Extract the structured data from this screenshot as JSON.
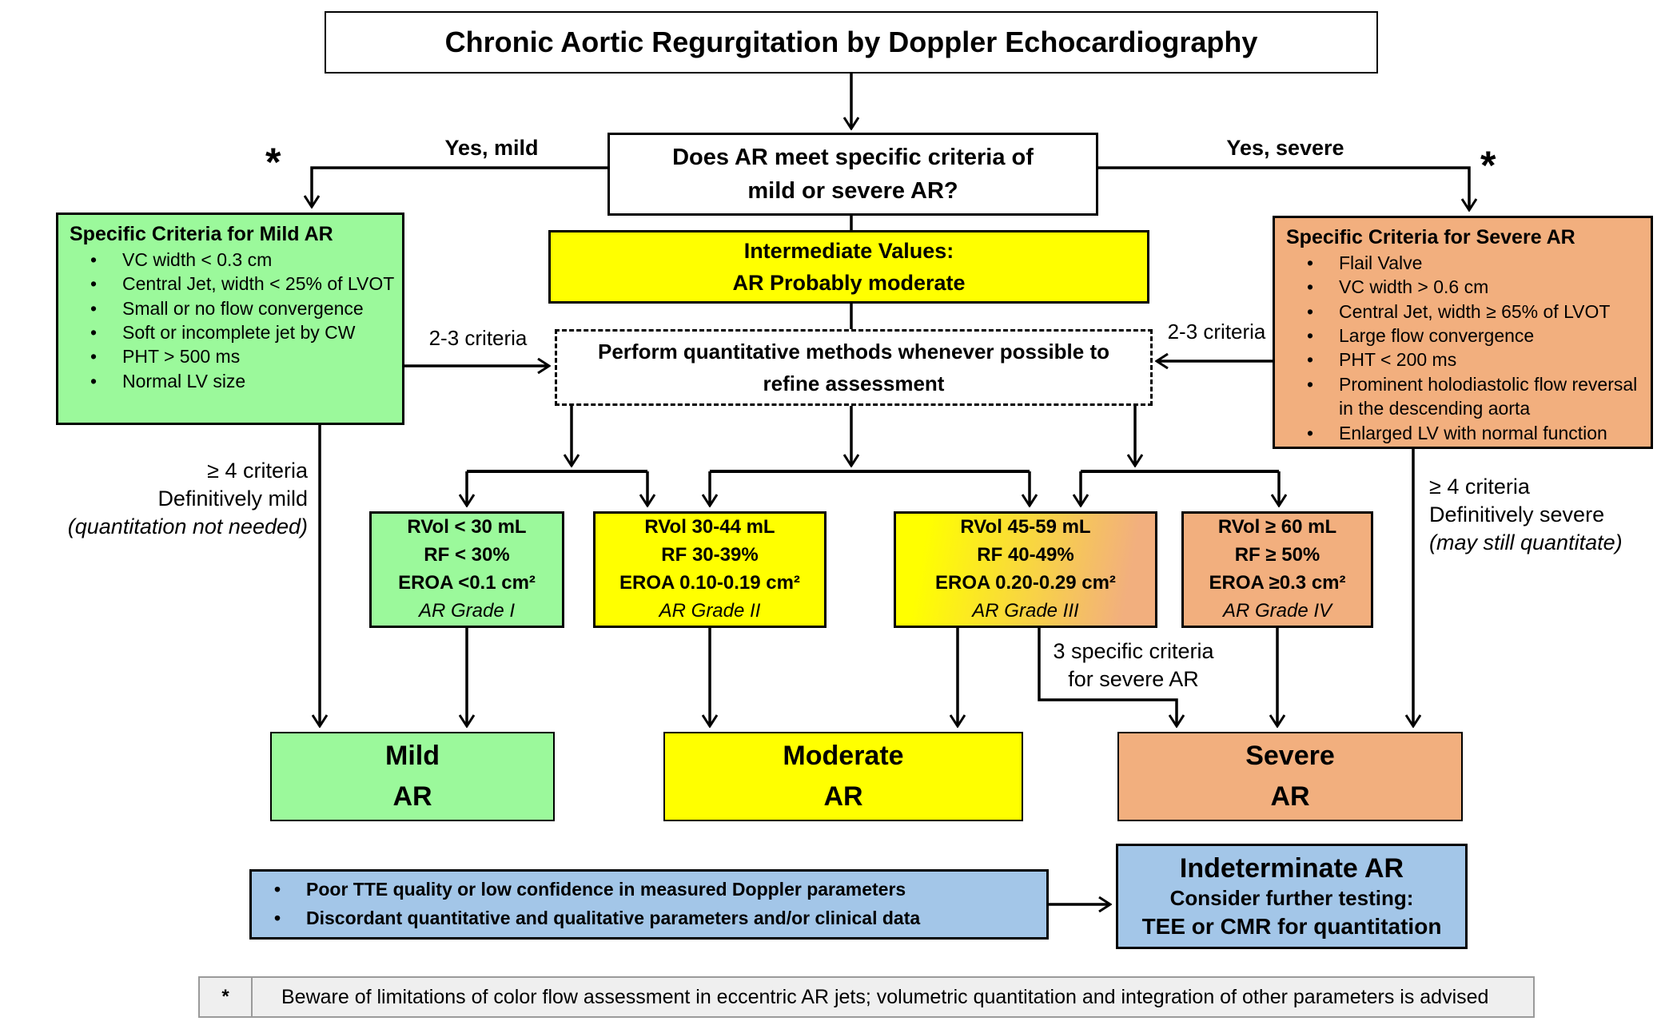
{
  "title": "Chronic Aortic Regurgitation by Doppler Echocardiography",
  "decision": {
    "line1": "Does AR meet specific criteria of",
    "line2": "mild or severe AR?"
  },
  "branch_labels": {
    "yes_mild": "Yes, mild",
    "yes_severe": "Yes, severe",
    "asterisk": "*"
  },
  "mild_criteria": {
    "title": "Specific Criteria for Mild AR",
    "items": [
      "VC width < 0.3 cm",
      "Central Jet,  width < 25% of LVOT",
      "Small or no flow convergence",
      "Soft or incomplete jet by CW",
      "PHT > 500 ms",
      "Normal LV size"
    ]
  },
  "severe_criteria": {
    "title": "Specific Criteria for Severe AR",
    "items": [
      "Flail Valve",
      "VC width  > 0.6 cm",
      "Central Jet,  width ≥ 65% of LVOT",
      "Large flow convergence",
      "PHT  < 200 ms",
      "Prominent holodiastolic flow reversal in the descending aorta",
      "Enlarged LV with normal function"
    ]
  },
  "intermediate": {
    "line1": "Intermediate Values:",
    "line2": "AR Probably moderate"
  },
  "quantitative": {
    "line1": "Perform quantitative methods whenever possible to",
    "line2": "refine assessment"
  },
  "criteria_counts": {
    "left": "2-3 criteria",
    "right": "2-3 criteria"
  },
  "mild_path_note": {
    "line1": "≥ 4 criteria",
    "line2": "Definitively mild",
    "line3": "(quantitation not needed)"
  },
  "severe_path_note": {
    "line1": "≥ 4 criteria",
    "line2": "Definitively severe",
    "line3": "(may still quantitate)"
  },
  "grades": [
    {
      "rvol": "RVol < 30 mL",
      "rf": "RF < 30%",
      "eroa": "EROA <0.1 cm²",
      "grade": "AR Grade I"
    },
    {
      "rvol": "RVol 30-44 mL",
      "rf": "RF 30-39%",
      "eroa": "EROA 0.10-0.19 cm²",
      "grade": "AR Grade II"
    },
    {
      "rvol": "RVol 45-59 mL",
      "rf": "RF 40-49%",
      "eroa": "EROA 0.20-0.29 cm²",
      "grade": "AR Grade III"
    },
    {
      "rvol": "RVol ≥ 60 mL",
      "rf": "RF ≥ 50%",
      "eroa": "EROA ≥0.3 cm²",
      "grade": "AR Grade IV"
    }
  ],
  "severe_criteria_note": {
    "line1": "3 specific criteria",
    "line2": "for severe AR"
  },
  "results": {
    "mild": {
      "line1": "Mild",
      "line2": "AR"
    },
    "moderate": {
      "line1": "Moderate",
      "line2": "AR"
    },
    "severe": {
      "line1": "Severe",
      "line2": "AR"
    }
  },
  "indeterminate_criteria": {
    "items": [
      "Poor TTE quality or low confidence in measured Doppler parameters",
      "Discordant quantitative and qualitative parameters and/or clinical data"
    ]
  },
  "indeterminate": {
    "title": "Indeterminate AR",
    "line2": "Consider further testing:",
    "line3": "TEE or CMR for quantitation"
  },
  "footnote": {
    "marker": "*",
    "text": "Beware of limitations of color flow assessment in eccentric AR jets; volumetric quantitation and integration of other parameters is advised"
  },
  "colors": {
    "mild_green": "#9BF99B",
    "moderate_yellow": "#FFFF00",
    "severe_orange": "#F2AF7E",
    "info_blue": "#A3C6E8",
    "footnote_gray": "#EFEFEF"
  }
}
